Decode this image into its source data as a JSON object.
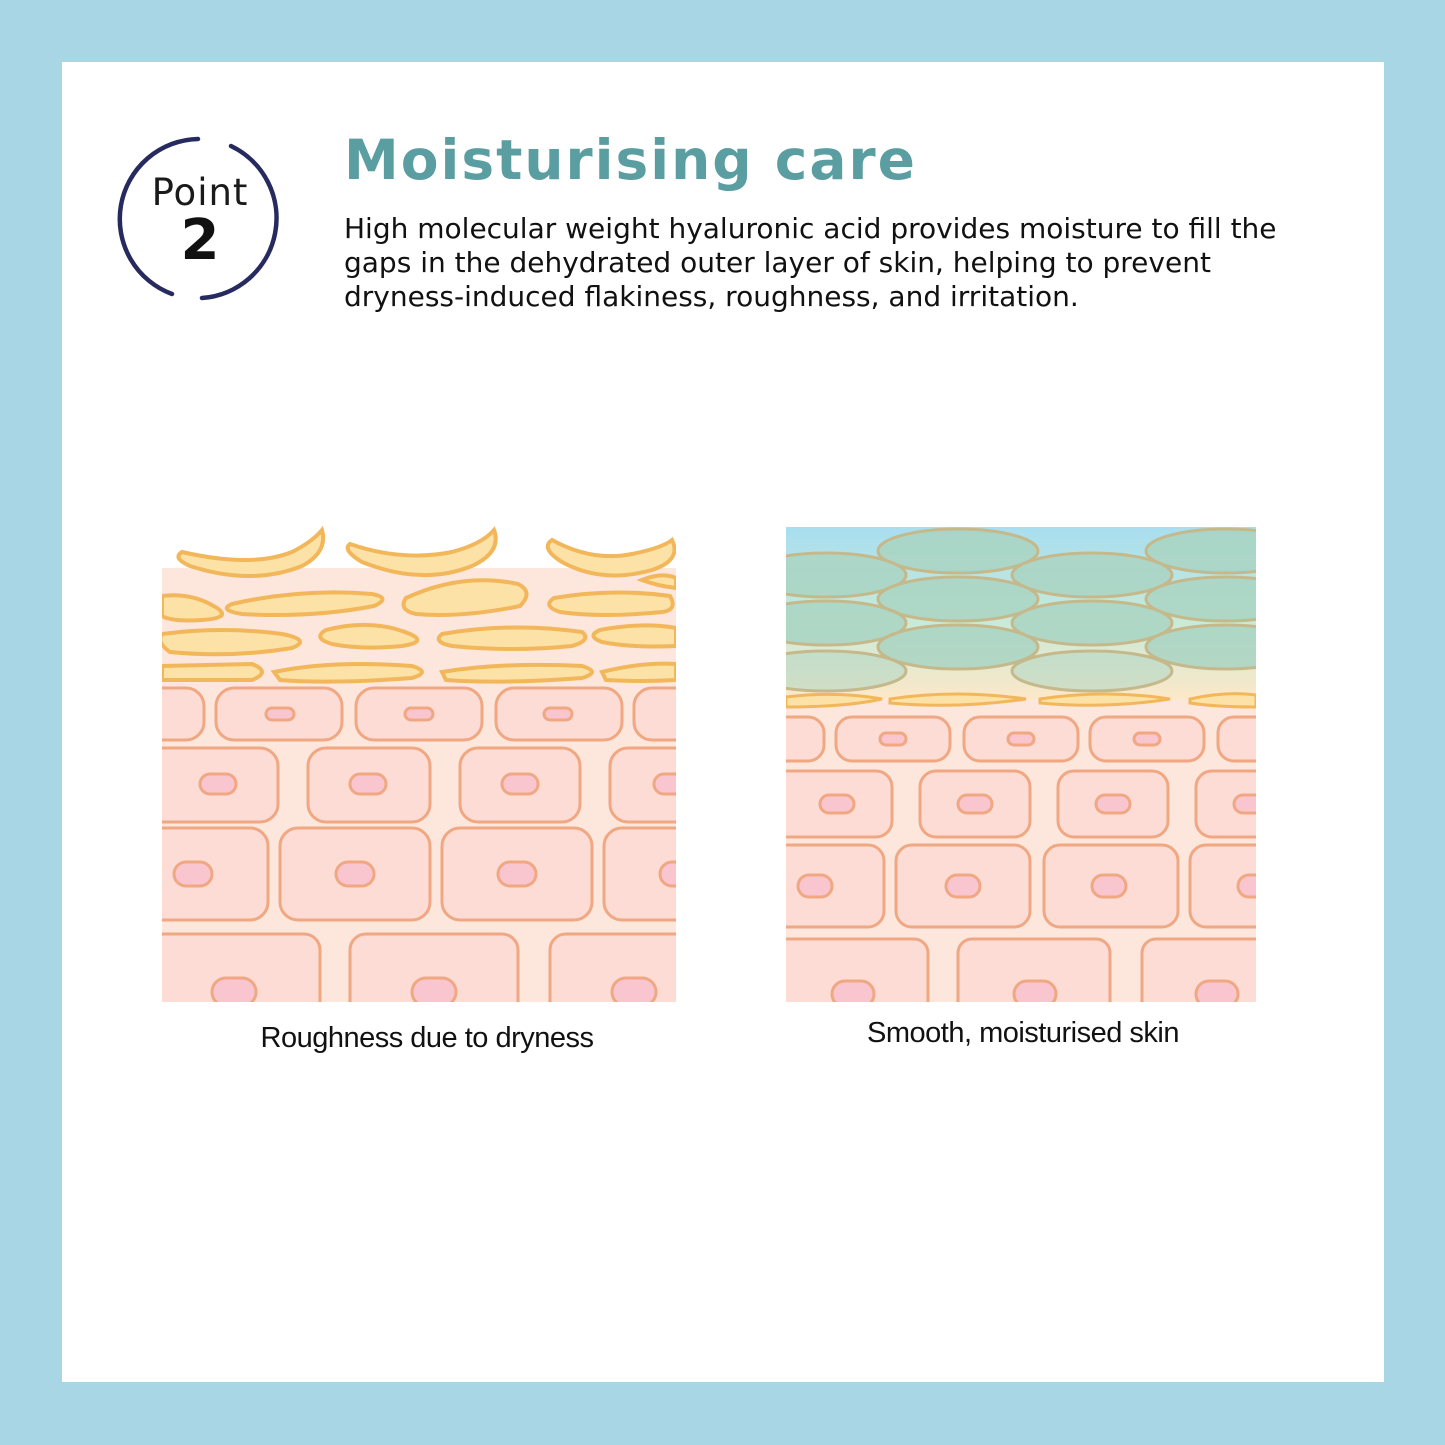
{
  "badge": {
    "word": "Point",
    "number": "2"
  },
  "heading": {
    "title": "Moisturising care"
  },
  "description": "High molecular weight hyaluronic acid provides moisture to fill the gaps in the dehydrated outer layer of skin, helping to prevent dryness-induced flakiness, roughness, and irritation.",
  "diagrams": [
    {
      "caption": "Roughness due to dryness"
    },
    {
      "caption": "Smooth, moisturised skin"
    }
  ],
  "colors": {
    "frame": "#a8d6e5",
    "title": "#5b9ea1",
    "badge_ring": "#262a5e",
    "dry_flake_fill": "#fde2a8",
    "dry_flake_stroke": "#f2b75a",
    "cell_fill": "#fcdcd4",
    "cell_stroke": "#f0a883",
    "nucleus_fill": "#f9c6d0",
    "moist_layer_fill": "#a9d3c2",
    "moist_layer_stroke": "#c5b98c",
    "moist_top": "#a8def0"
  }
}
